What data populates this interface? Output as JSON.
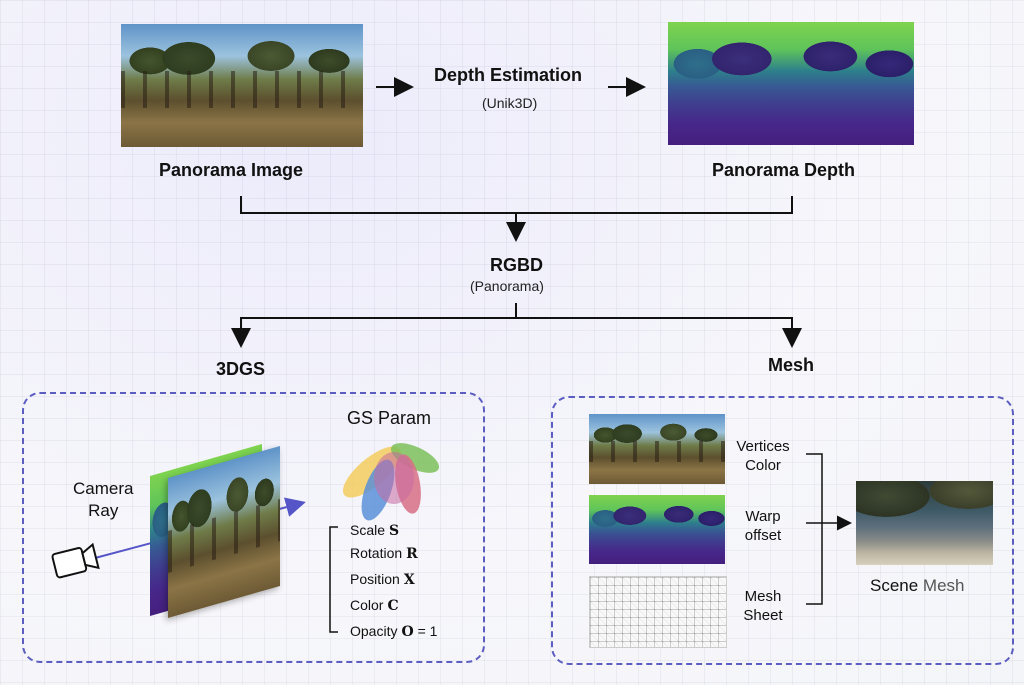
{
  "top": {
    "panorama_image_label": "Panorama Image",
    "depth_estimation_title": "Depth Estimation",
    "depth_estimation_sub": "(Unik3D)",
    "panorama_depth_label": "Panorama Depth"
  },
  "rgbd": {
    "title": "RGBD",
    "sub": "(Panorama)"
  },
  "gs": {
    "title": "3DGS",
    "param_title": "GS Param",
    "camera_ray": "Camera\nRay",
    "params": [
      {
        "name": "Scale",
        "symbol": "S"
      },
      {
        "name": "Rotation",
        "symbol": "R"
      },
      {
        "name": "Position",
        "symbol": "X"
      },
      {
        "name": "Color",
        "symbol": "C"
      },
      {
        "name": "Opacity",
        "symbol": "O",
        "suffix": "= 1"
      }
    ]
  },
  "mesh": {
    "title": "Mesh",
    "inputs": [
      "Vertices\nColor",
      "Warp\noffset",
      "Mesh\nSheet"
    ],
    "output_prefix": "Scene",
    "output_suffix": " Mesh"
  },
  "colors": {
    "accent": "#5b5dc0",
    "arrow": "#5555c8",
    "line": "#111111"
  }
}
